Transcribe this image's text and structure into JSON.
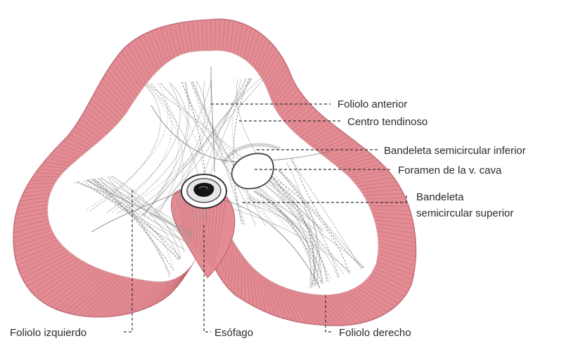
{
  "diagram": {
    "colors": {
      "muscle": "#e38c94",
      "muscle_dark": "#b85a64",
      "tendon": "#ffffff",
      "fiber": "#9a9a9a",
      "text": "#2a2a2a"
    },
    "labels": {
      "foliolo_anterior": "Foliolo anterior",
      "centro_tendinoso": "Centro tendinoso",
      "bandeleta_inferior": "Bandeleta semicircular inferior",
      "foramen_cava": "Foramen de la v. cava",
      "bandeleta_superior_1": "Bandeleta",
      "bandeleta_superior_2": "semicircular superior",
      "foliolo_izquierdo": "Foliolo izquierdo",
      "esofago": "Esófago",
      "foliolo_derecho": "Foliolo derecho"
    }
  }
}
